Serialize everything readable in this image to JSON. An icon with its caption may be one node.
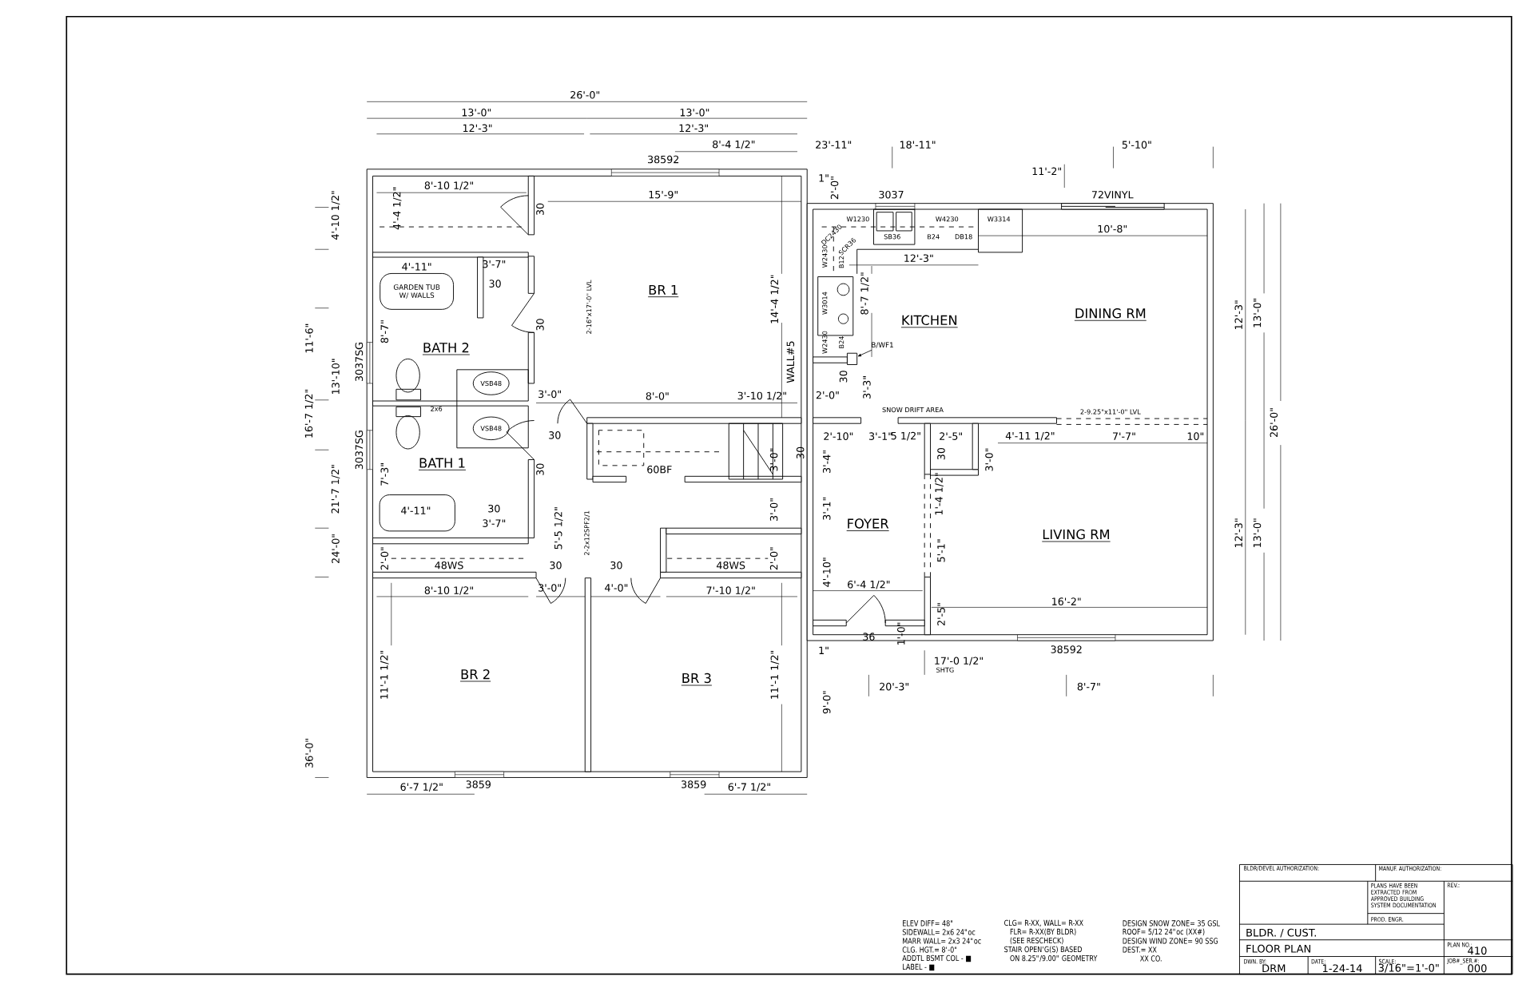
{
  "diagram": {
    "nodes": [
      {
        "text": [
          "BR 1"
        ]
      },
      {
        "text": [
          "BATH 2"
        ]
      },
      {
        "text": [
          "GARDEN TUB W/ WALLS"
        ],
        "beside": [
          "4'-11\""
        ]
      },
      {
        "text": [
          "VSB48"
        ]
      },
      {
        "text": [
          "VSB48"
        ]
      },
      {
        "text": [
          "BATH 1"
        ]
      },
      {
        "text": [
          "KITCHEN"
        ]
      },
      {
        "text": [
          "DINING RM"
        ]
      },
      {
        "text": [
          "B/WF1"
        ]
      },
      {
        "text": [],
        "shape": "box"
      },
      {
        "text": [
          "FOYER"
        ]
      },
      {
        "text": [
          "LIVING RM"
        ]
      },
      {
        "text": [
          "BR 2"
        ]
      },
      {
        "text": [
          "BR 3"
        ]
      }
    ],
    "edges": [
      {
        "from": 8,
        "to": 9,
        "arrow": "to"
      }
    ],
    "labels": [
      "26'-0\"",
      "13'-0\"",
      "13'-0\"",
      "12'-3\"",
      "12'-3\"",
      "8'-4 1/2\"",
      "23'-11\"",
      "18'-11\"",
      "5'-10\"",
      "38592",
      "11'-2\"",
      "1\"",
      "2'-0\"",
      "3037",
      "72VINYL",
      "4'-10 1/2\"",
      "8'-10 1/2\"",
      "15'-9\"",
      "4'-4 1/2\"",
      "30",
      "W1230",
      "W4230",
      "W3314",
      "DC2430",
      "SB36",
      "B24",
      "DB18",
      "SCR36",
      "10'-8\"",
      "12'-3\"",
      "W2430",
      "B12",
      "W3014",
      "8'-7 1/2\"",
      "W2430",
      "B24",
      "3'-7\"",
      "30",
      "2-16\"x17'-0\" LVL",
      "14'-4 1/2\"",
      "30",
      "11'-6\"",
      "8'-7\"",
      "13'-10\"",
      "3037SG",
      "WALL#5",
      "3'-0\"",
      "8'-0\"",
      "3'-10 1/2\"",
      "2'-0\"",
      "30",
      "3'-3\"",
      "SNOW DRIFT AREA",
      "2-9.25\"x11'-0\" LVL",
      "16'-7 1/2\"",
      "2x6",
      "30",
      "2'-10\"",
      "3'-1\"",
      "5 1/2\"",
      "2'-5\"",
      "4'-11 1/2\"",
      "7'-7\"",
      "10\"",
      "3'-0\"",
      "30",
      "3'-4\"",
      "30",
      "3'-0\"",
      "3037SG",
      "60BF",
      "7'-3\"",
      "30",
      "21'-7 1/2\"",
      "4'-11\"",
      "30",
      "3'-0\"",
      "3'-1\"",
      "1'-4 1/2\"",
      "3'-7\"",
      "5'-5 1/2\"",
      "2-2x12SPF2/1",
      "24'-0\"",
      "2'-0\"",
      "48WS",
      "30",
      "30",
      "48WS",
      "2'-0\"",
      "4'-10\"",
      "5'-1\"",
      "6'-4 1/2\"",
      "8'-10 1/2\"",
      "3'-0\"",
      "4'-0\"",
      "7'-10 1/2\"",
      "2'-5\"",
      "16'-2\"",
      "36",
      "1'-0\"",
      "1\"",
      "38592",
      "17'-0 1/2\"",
      "SHTG",
      "11'-1 1/2\"",
      "11'-1 1/2\"",
      "20'-3\"",
      "8'-7\"",
      "9'-0\"",
      "36'-0\"",
      "6'-7 1/2\"",
      "3859",
      "3859",
      "6'-7 1/2\"",
      "12'-3\"",
      "13'-0\"",
      "26'-0\"",
      "12'-3\"",
      "13'-0\"",
      "ELEV DIFF= 48\"",
      "SIDEWALL= 2x6 24\"oc",
      "MARR WALL= 2x3 24\"oc",
      "CLG. HGT.= 8'-0\"",
      "ADDTL BSMT COL - ■",
      "LABEL - ■",
      "CLG= R-XX, WALL= R-XX",
      "FLR= R-XX(BY BLDR)",
      "(SEE RESCHECK)",
      "STAIR OPEN'G(S) BASED",
      "ON 8.25\"/9.00\" GEOMETRY",
      "DESIGN SNOW ZONE= 35 GSL",
      "ROOF= 5/12 24\"oc (XX#)",
      "DESIGN WIND ZONE= 90 SSG",
      "DEST.= XX",
      "XX CO.",
      "BLDR/DEVEL AUTHORIZATION:",
      "MANUF. AUTHORIZATION:",
      "PLANS HAVE BEEN EXTRACTED FROM APPROVED BUILDING SYSTEM DOCUMENTATION",
      "PROD. ENGR.",
      "REV.:",
      "BLDR. / CUST.",
      "FLOOR PLAN",
      "PLAN NO.:",
      "410",
      "DWN. BY:",
      "DRM",
      "DATE:",
      "1-24-14",
      "SCALE:",
      "3/16\"=1'-0\"",
      "JOB#_SER.#:",
      "000"
    ]
  }
}
